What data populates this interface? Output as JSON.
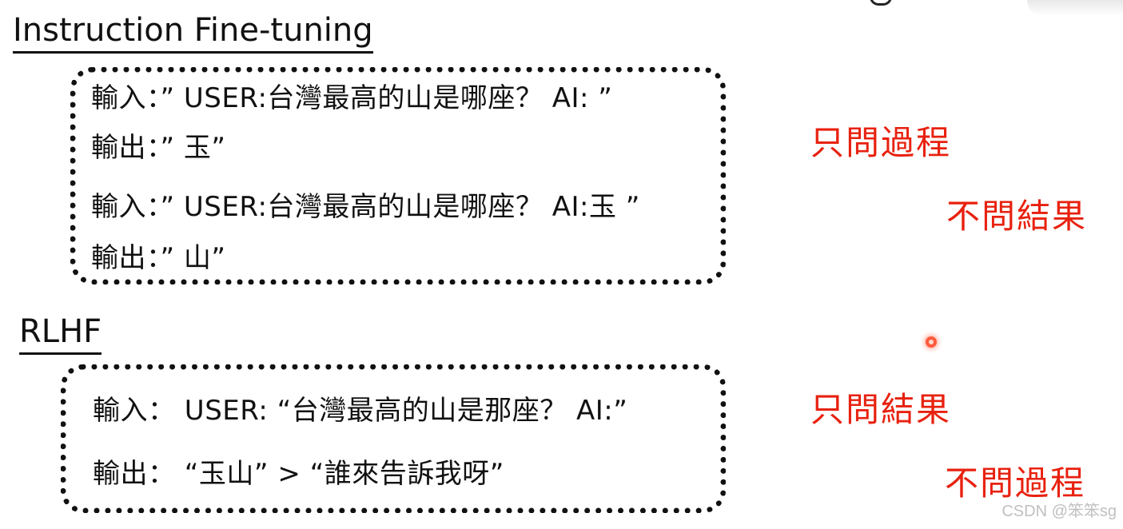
{
  "instruction": {
    "title": "Instruction Fine-tuning",
    "lines": [
      "輸入：” USER:台灣最高的山是哪座？ AI: ”",
      "輸出：” 玉”",
      "輸入：” USER:台灣最高的山是哪座？ AI:玉 ”",
      "輸出：” 山”"
    ]
  },
  "rlhf": {
    "title": "RLHF",
    "lines": [
      "輸入： USER: “台灣最高的山是那座？ AI:”",
      "輸出：  “玉山”  >  “誰來告訴我呀”"
    ]
  },
  "annotations": {
    "ift_process": "只問過程",
    "ift_no_result": "不問結果",
    "rlhf_result": "只問結果",
    "rlhf_no_process": "不問過程",
    "color": "#e8210f"
  },
  "watermark": "CSDN @笨笨sg"
}
